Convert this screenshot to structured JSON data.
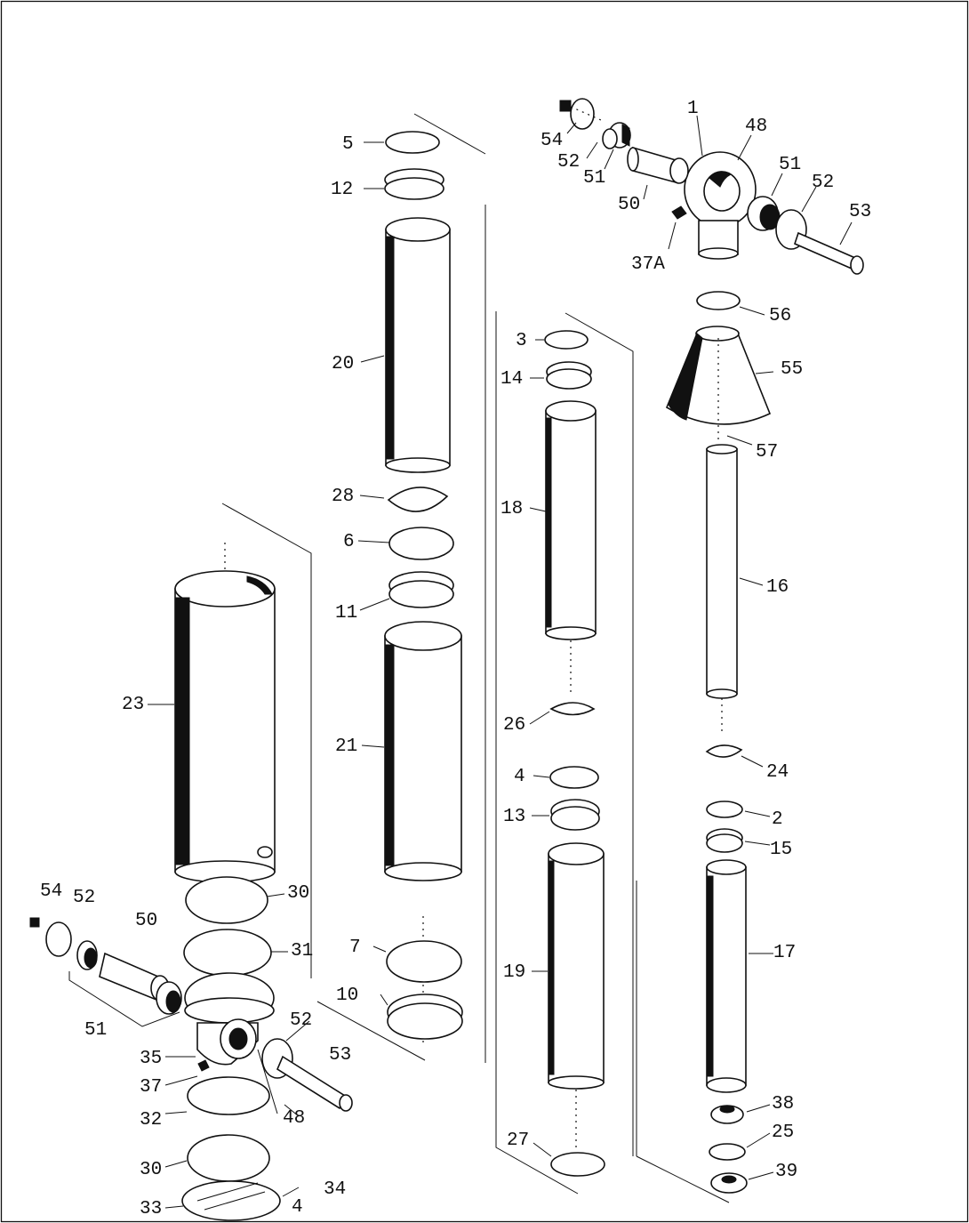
{
  "callouts": {
    "c1": "1",
    "c48a": "48",
    "c54a": "54",
    "c52a": "52",
    "c51a": "51",
    "c50a": "50",
    "c51b": "51",
    "c52b": "52",
    "c53a": "53",
    "c37A": "37A",
    "c56": "56",
    "c55": "55",
    "c57": "57",
    "c16": "16",
    "c24": "24",
    "c2": "2",
    "c15": "15",
    "c17": "17",
    "c38": "38",
    "c25": "25",
    "c39": "39",
    "c3": "3",
    "c14": "14",
    "c18": "18",
    "c26": "26",
    "c4a": "4",
    "c13": "13",
    "c19": "19",
    "c27": "27",
    "c5": "5",
    "c12": "12",
    "c20": "20",
    "c28": "28",
    "c6": "6",
    "c11": "11",
    "c21": "21",
    "c7": "7",
    "c10": "10",
    "c23": "23",
    "c30a": "30",
    "c31": "31",
    "c54b": "54",
    "c52c": "52",
    "c50b": "50",
    "c51c": "51",
    "c35": "35",
    "c37": "37",
    "c52d": "52",
    "c53b": "53",
    "c48b": "48",
    "c32": "32",
    "c30b": "30",
    "c33": "33",
    "c4b": "4",
    "c34": "34"
  }
}
